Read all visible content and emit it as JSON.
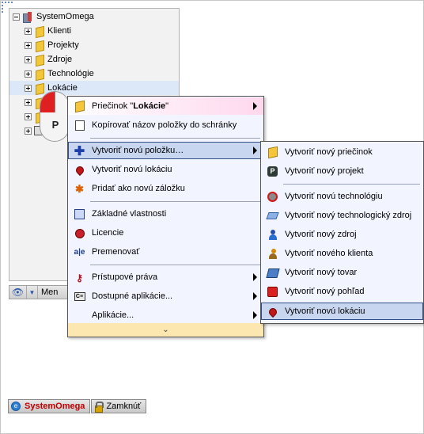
{
  "tree": {
    "root_label": "SystemOmega",
    "items": [
      {
        "label": "Klienti"
      },
      {
        "label": "Projekty"
      },
      {
        "label": "Zdroje"
      },
      {
        "label": "Technológie"
      },
      {
        "label": "Lokácie",
        "selected": true
      }
    ]
  },
  "mouse": {
    "letter": "P"
  },
  "view_toolbar": {
    "label": "Men"
  },
  "context_menu": {
    "header_prefix": "Priečinok \"",
    "header_bold": "Lokácie",
    "header_suffix": "\"",
    "items": {
      "copy_name": "Kopírovať názov položky do schránky",
      "create_item": "Vytvoriť novú položku…",
      "create_location": "Vytvoriť novú lokáciu",
      "add_bookmark": "Pridať ako novú záložku",
      "basic_props": "Základné vlastnosti",
      "licenses": "Licencie",
      "rename": "Premenovať",
      "access_rights": "Prístupové práva",
      "available_apps": "Dostupné aplikácie...",
      "applications": "Aplikácie...",
      "more": "⌄"
    }
  },
  "submenu": {
    "items": {
      "new_folder": "Vytvoriť nový priečinok",
      "new_project": "Vytvoriť nový projekt",
      "new_technology": "Vytvoriť novú technológiu",
      "new_tech_source": "Vytvoriť nový technologický zdroj",
      "new_source": "Vytvoriť nový zdroj",
      "new_client": "Vytvoriť nového klienta",
      "new_goods": "Vytvoriť nový tovar",
      "new_view": "Vytvoriť nový pohľad",
      "new_location": "Vytvoriť novú lokáciu"
    }
  },
  "bottom_bar": {
    "brand": "SystemOmega",
    "lock": "Zamknúť"
  },
  "colors": {
    "menu_bg": "#f2f4ff",
    "hover_bg": "#c9d6f0",
    "hover_border": "#324f8a",
    "brand_red": "#c00000"
  }
}
